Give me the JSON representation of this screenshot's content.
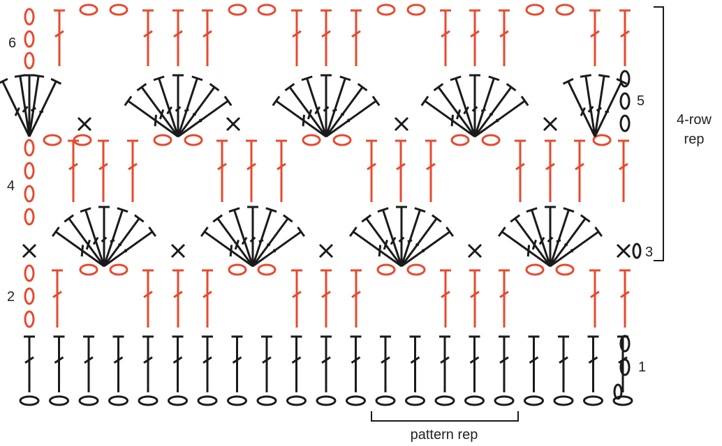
{
  "colors": {
    "black": "#1a1a1a",
    "orange": "#e8492e"
  },
  "labels": {
    "row1": "1",
    "row2": "2",
    "row3": "3",
    "row4": "4",
    "row5": "5",
    "row6": "6",
    "rep_line1": "4-row",
    "rep_line2": "rep",
    "pattern_rep": "pattern rep"
  },
  "legend_symbols": [
    "chain-oval",
    "double-crochet-stitch",
    "single-crochet-x",
    "fan-cluster"
  ]
}
